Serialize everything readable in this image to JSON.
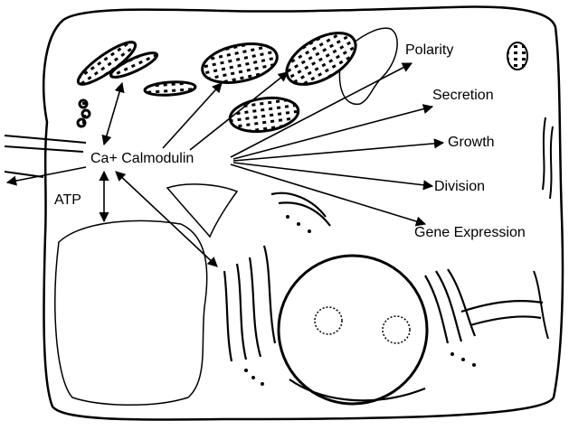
{
  "diagram": {
    "center_label": "Ca+ Calmodulin",
    "atp_label": "ATP",
    "outputs": [
      "Polarity",
      "Secretion",
      "Growth",
      "Division",
      "Gene Expression"
    ]
  }
}
